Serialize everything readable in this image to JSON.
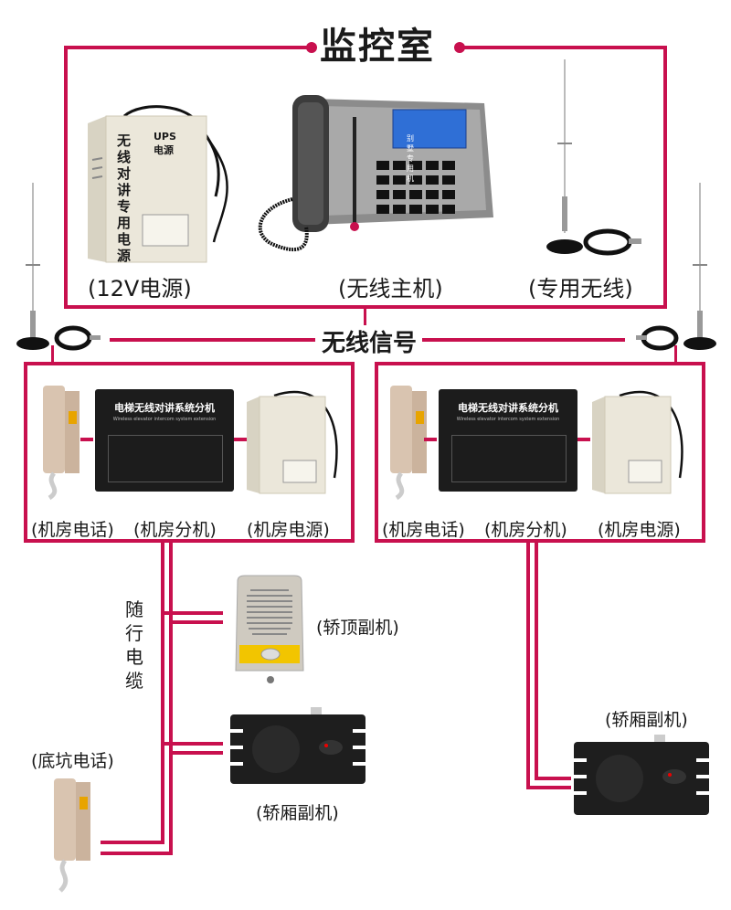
{
  "title": "监控室",
  "signal_label": "无线信号",
  "cable_label": [
    "随",
    "行",
    "电",
    "缆"
  ],
  "accent_color": "#c8104e",
  "control_room": {
    "items": [
      {
        "label": "(12V电源)",
        "device": "ups-power-supply"
      },
      {
        "label": "(无线主机)",
        "device": "wireless-host-phone"
      },
      {
        "label": "(专用无线)",
        "device": "dedicated-antenna"
      }
    ],
    "ups_text": {
      "brand": "UPS 电源",
      "vertical": "无线对讲专用电源"
    },
    "screen_text": "别墅专用机"
  },
  "machine_rooms": [
    {
      "items": [
        {
          "label": "(机房电话)",
          "device": "handset-phone"
        },
        {
          "label": "(机房分机)",
          "device": "extension-unit"
        },
        {
          "label": "(机房电源)",
          "device": "ups-power-supply"
        }
      ],
      "extension_title": "电梯无线对讲系统分机",
      "extension_subtitle": "Wireless elevator intercom system extension"
    },
    {
      "items": [
        {
          "label": "(机房电话)",
          "device": "handset-phone"
        },
        {
          "label": "(机房分机)",
          "device": "extension-unit"
        },
        {
          "label": "(机房电源)",
          "device": "ups-power-supply"
        }
      ],
      "extension_title": "电梯无线对讲系统分机",
      "extension_subtitle": "Wireless elevator intercom system extension"
    }
  ],
  "sub_devices": {
    "car_top": "(轿顶副机)",
    "car_left": "(轿厢副机)",
    "car_right": "(轿厢副机)",
    "pit_phone": "(底坑电话)"
  }
}
